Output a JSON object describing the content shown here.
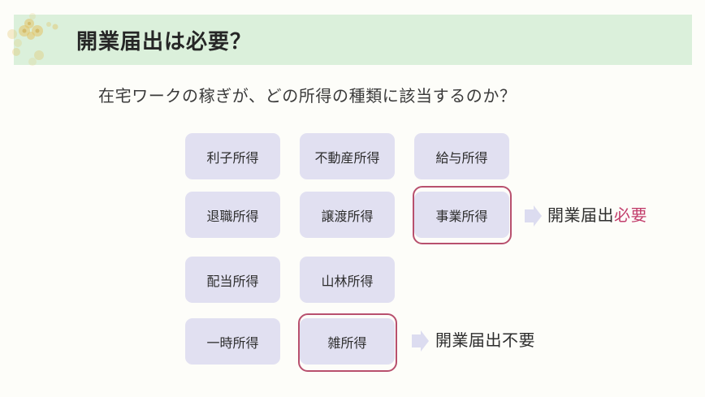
{
  "header": {
    "title": "開業届出は必要？"
  },
  "main": {
    "question": "在宅ワークの稼ぎが、どの所得の種類に該当するのか？",
    "income_types": [
      {
        "label": "利子所得",
        "row": 0,
        "col": 0,
        "highlighted": false
      },
      {
        "label": "不動産所得",
        "row": 0,
        "col": 1,
        "highlighted": false
      },
      {
        "label": "給与所得",
        "row": 0,
        "col": 2,
        "highlighted": false
      },
      {
        "label": "退職所得",
        "row": 1,
        "col": 0,
        "highlighted": false
      },
      {
        "label": "譲渡所得",
        "row": 1,
        "col": 1,
        "highlighted": false
      },
      {
        "label": "事業所得",
        "row": 1,
        "col": 2,
        "highlighted": true
      },
      {
        "label": "配当所得",
        "row": 2,
        "col": 0,
        "highlighted": false
      },
      {
        "label": "山林所得",
        "row": 2,
        "col": 1,
        "highlighted": false
      },
      {
        "label": "一時所得",
        "row": 3,
        "col": 0,
        "highlighted": false
      },
      {
        "label": "雑所得",
        "row": 3,
        "col": 1,
        "highlighted": true
      }
    ],
    "results": {
      "business": {
        "prefix": "開業届出",
        "emphasis": "必要"
      },
      "misc": {
        "text": "開業届出不要"
      }
    }
  },
  "colors": {
    "background": "#fdfdf9",
    "header_band": "#dbf0db",
    "box_fill": "#e1e0f1",
    "highlight_border": "#b8506e",
    "accent_text": "#c23e6c",
    "arrow": "#dcdcf0",
    "deco_gold": "#e3c365"
  }
}
